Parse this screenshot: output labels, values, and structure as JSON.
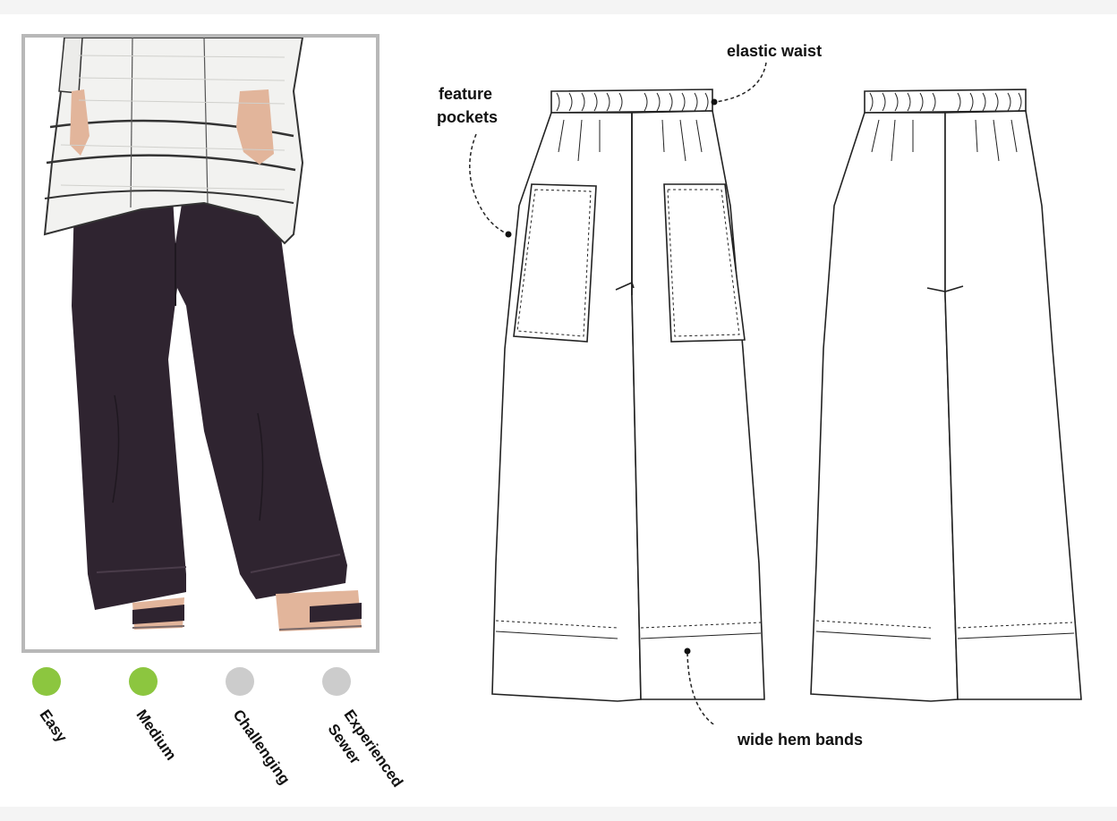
{
  "callouts": {
    "elastic_waist": "elastic waist",
    "feature_pockets_line1": "feature",
    "feature_pockets_line2": "pockets",
    "wide_hem_bands": "wide hem bands"
  },
  "difficulty": {
    "levels": [
      {
        "label": "Easy",
        "active": true
      },
      {
        "label": "Medium",
        "active": true
      },
      {
        "label": "Challenging",
        "active": false
      },
      {
        "label_line1": "Experienced",
        "label_line2": "Sewer",
        "active": false
      }
    ],
    "active_color": "#8cc63f",
    "inactive_color": "#cccccc"
  },
  "colors": {
    "pants": "#2f2430",
    "top": "#f2f2f0",
    "skin": "#e2b59b",
    "frame": "#b8b8b8"
  }
}
